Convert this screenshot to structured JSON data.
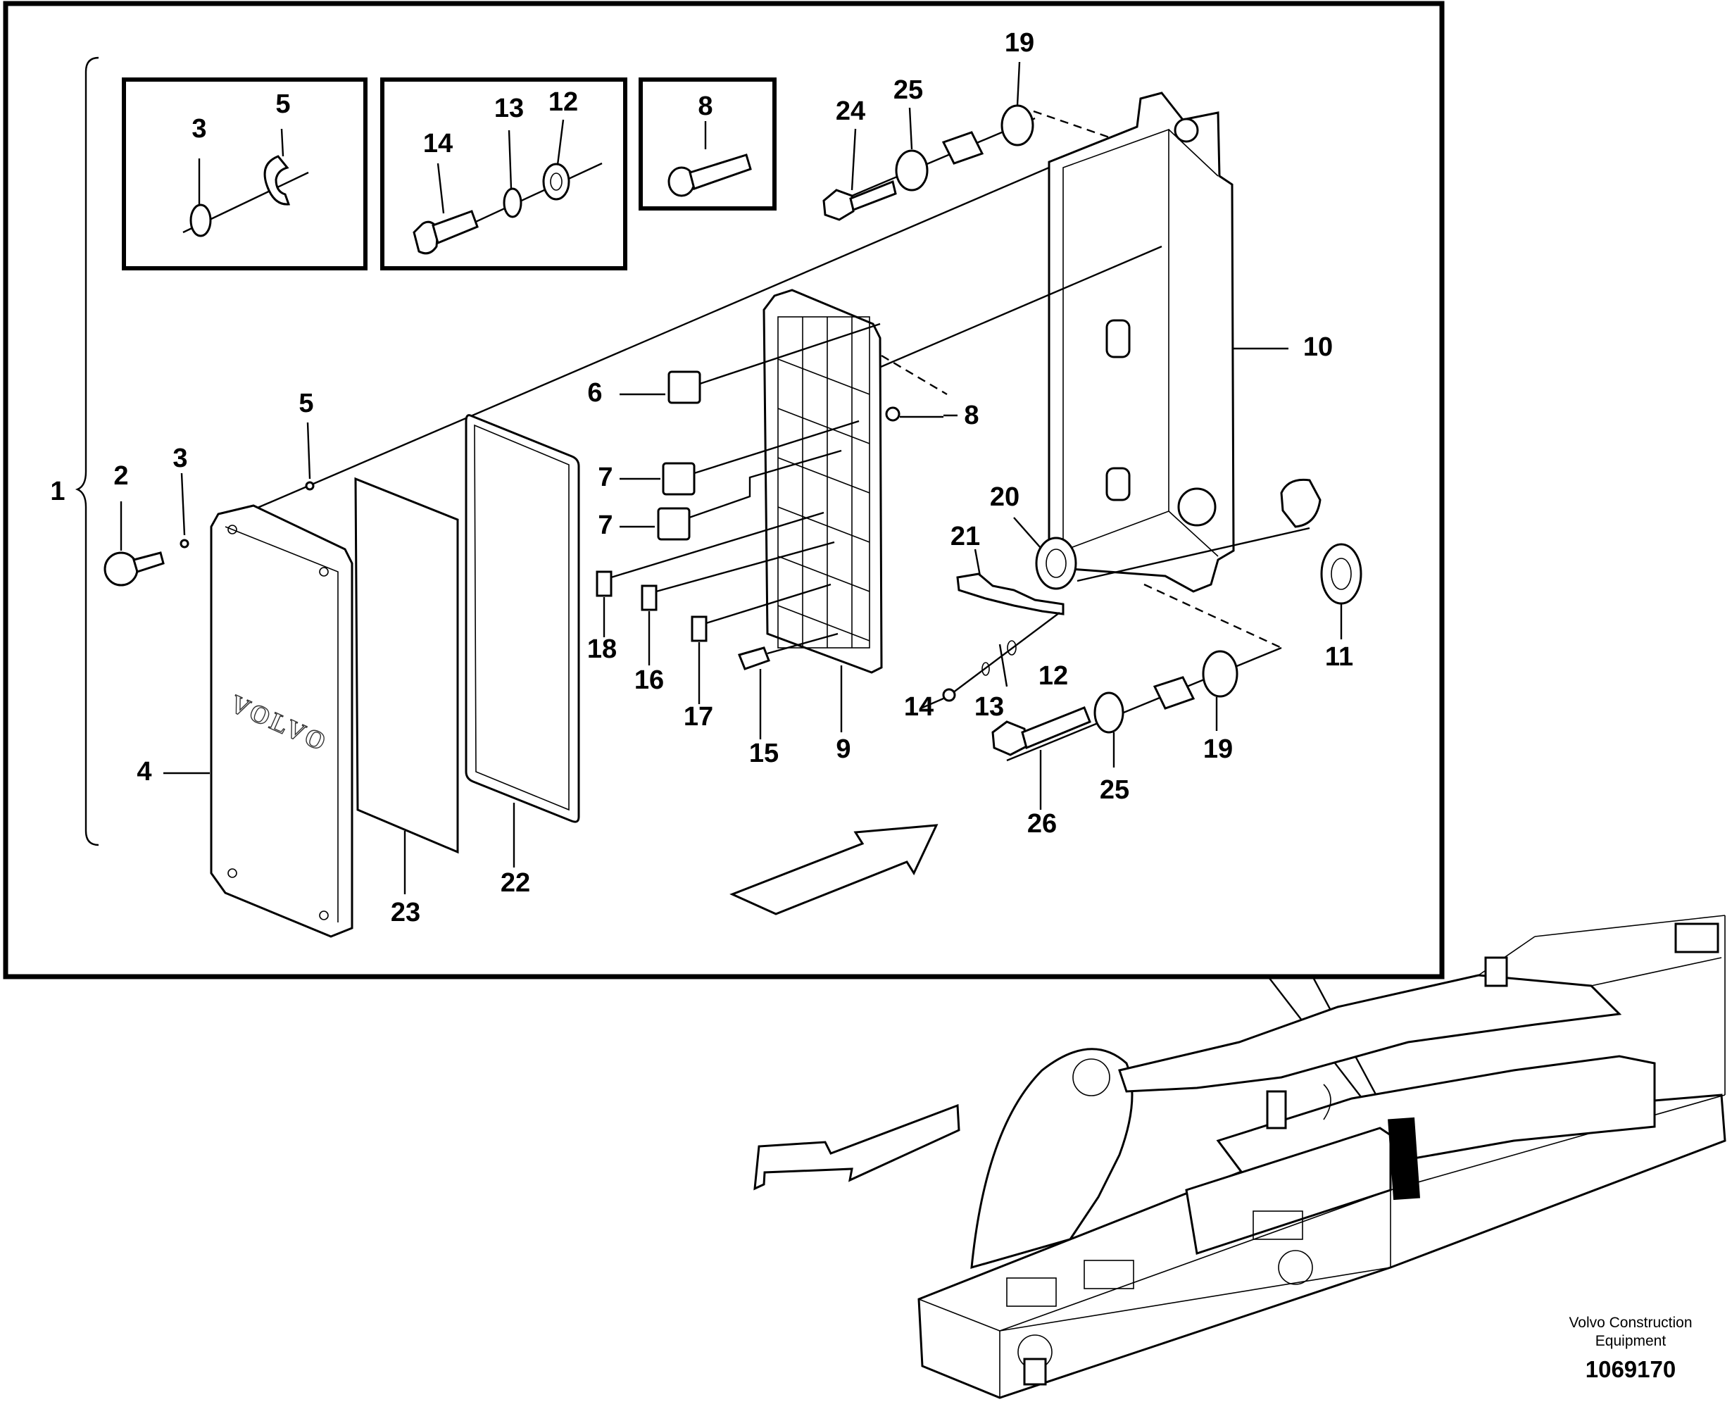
{
  "diagram": {
    "callouts": [
      {
        "id": "c1",
        "text": "1"
      },
      {
        "id": "c2",
        "text": "2"
      },
      {
        "id": "c3a",
        "text": "3"
      },
      {
        "id": "c3b",
        "text": "3"
      },
      {
        "id": "c4",
        "text": "4"
      },
      {
        "id": "c5a",
        "text": "5"
      },
      {
        "id": "c5b",
        "text": "5"
      },
      {
        "id": "c6",
        "text": "6"
      },
      {
        "id": "c7a",
        "text": "7"
      },
      {
        "id": "c7b",
        "text": "7"
      },
      {
        "id": "c8a",
        "text": "8"
      },
      {
        "id": "c8b",
        "text": "8"
      },
      {
        "id": "c9",
        "text": "9"
      },
      {
        "id": "c10",
        "text": "10"
      },
      {
        "id": "c11",
        "text": "11"
      },
      {
        "id": "c12a",
        "text": "12"
      },
      {
        "id": "c12b",
        "text": "12"
      },
      {
        "id": "c13a",
        "text": "13"
      },
      {
        "id": "c13b",
        "text": "13"
      },
      {
        "id": "c14a",
        "text": "14"
      },
      {
        "id": "c14b",
        "text": "14"
      },
      {
        "id": "c15",
        "text": "15"
      },
      {
        "id": "c16",
        "text": "16"
      },
      {
        "id": "c17",
        "text": "17"
      },
      {
        "id": "c18",
        "text": "18"
      },
      {
        "id": "c19a",
        "text": "19"
      },
      {
        "id": "c19b",
        "text": "19"
      },
      {
        "id": "c20",
        "text": "20"
      },
      {
        "id": "c21",
        "text": "21"
      },
      {
        "id": "c22",
        "text": "22"
      },
      {
        "id": "c23",
        "text": "23"
      },
      {
        "id": "c24",
        "text": "24"
      },
      {
        "id": "c25a",
        "text": "25"
      },
      {
        "id": "c25b",
        "text": "25"
      },
      {
        "id": "c26",
        "text": "26"
      }
    ],
    "cover_logo": "VOLVO",
    "brand_line1": "Volvo Construction",
    "brand_line2": "Equipment",
    "document_number": "1069170"
  }
}
